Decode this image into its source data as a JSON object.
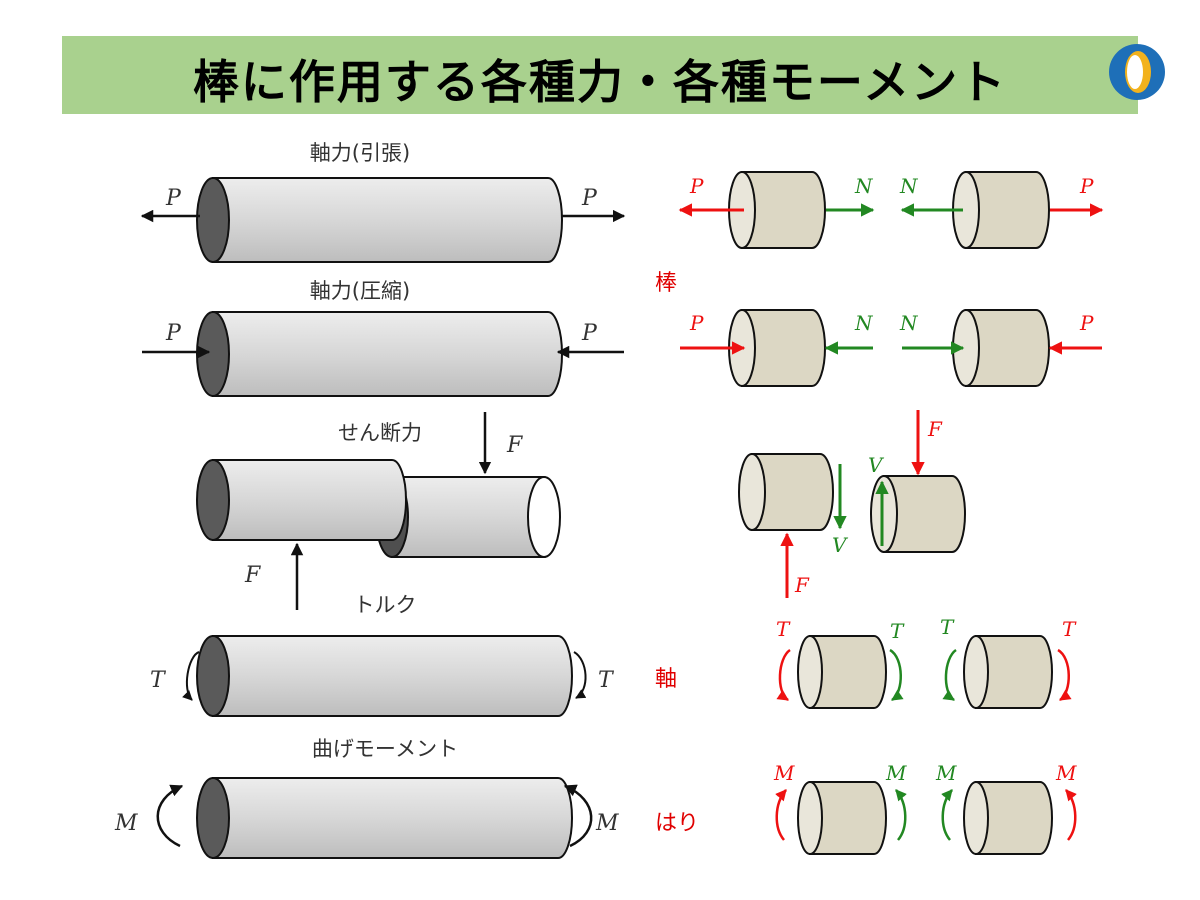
{
  "title": "棒に作用する各種力・各種モーメント",
  "colors": {
    "title_bg": "#a9d18e",
    "red": "#ee1111",
    "green": "#228822",
    "cyl_fill": "#dcd7c4"
  },
  "left": {
    "axial_tension": {
      "caption": "軸力(引張)",
      "force": "P"
    },
    "axial_compression": {
      "caption": "軸力(圧縮)",
      "force": "P"
    },
    "shear": {
      "caption": "せん断力",
      "force": "F"
    },
    "torque": {
      "caption": "トルク",
      "force": "T"
    },
    "bending": {
      "caption": "曲げモーメント",
      "force": "M"
    }
  },
  "side_labels": {
    "rod": "棒",
    "shaft": "軸",
    "beam": "はり"
  },
  "right": {
    "tension": {
      "external": "P",
      "internal": "N"
    },
    "compression": {
      "external": "P",
      "internal": "N"
    },
    "shear": {
      "external": "F",
      "internal": "V"
    },
    "torque": {
      "label": "T"
    },
    "bending": {
      "label": "M"
    }
  }
}
